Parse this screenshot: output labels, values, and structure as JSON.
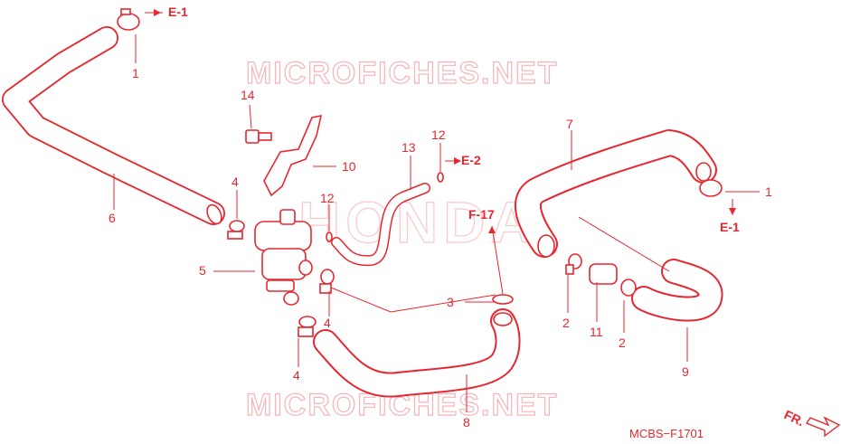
{
  "watermark": {
    "top": "MICROFICHES.NET",
    "bottom": "MICROFICHES.NET",
    "brand": "HONDA"
  },
  "diagram_code": "MCBS−F1701",
  "direction_label": "FR.",
  "colors": {
    "line": "#e8262f",
    "watermark": "#f6b4b8"
  },
  "references": {
    "e1_top": "E-1",
    "e2": "E-2",
    "f17": "F-17",
    "e1_right": "E-1"
  },
  "callouts": {
    "p1_top": "1",
    "p14": "14",
    "p6": "6",
    "p4_left": "4",
    "p5": "5",
    "p10": "10",
    "p12_mid": "12",
    "p13": "13",
    "p12_top": "12",
    "p4_mid": "4",
    "p4_low": "4",
    "p7": "7",
    "p1_right": "1",
    "p3": "3",
    "p8": "8",
    "p2_left": "2",
    "p11": "11",
    "p2_right": "2",
    "p9": "9"
  }
}
